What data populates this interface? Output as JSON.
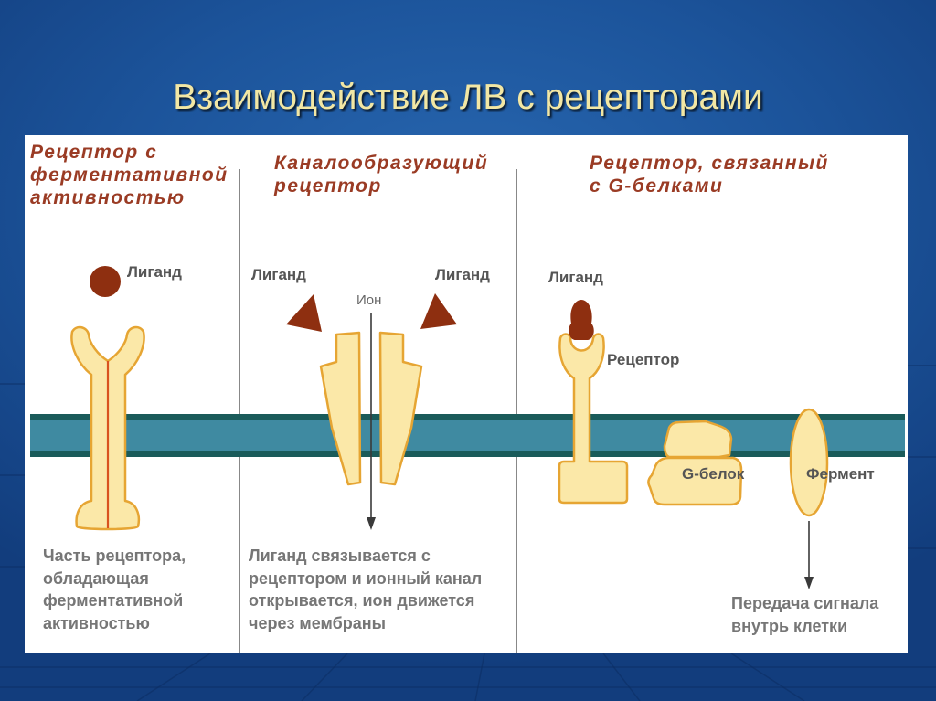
{
  "slide": {
    "title": "Взаимодействие ЛВ с рецепторами"
  },
  "diagram": {
    "enzymatic": {
      "heading": [
        "Рецептор с",
        "ферментативной",
        "активностью"
      ],
      "ligand_label": "Лиганд",
      "caption": [
        "Часть рецептора,",
        "обладающая",
        "ферментативной",
        "активностью"
      ]
    },
    "channel": {
      "heading": [
        "Каналообразующий",
        "рецептор"
      ],
      "ligand_left_label": "Лиганд",
      "ion_label": "Ион",
      "ligand_right_label": "Лиганд",
      "caption": [
        "Лиганд связывается с",
        "рецептором и ионный канал",
        "открывается, ион движется",
        "через мембраны"
      ]
    },
    "g_protein": {
      "heading": [
        "Рецептор, связанный",
        "с G-белками"
      ],
      "ligand_label": "Лиганд",
      "receptor_label": "Рецептор",
      "g_protein_label": "G-белок",
      "enzyme_label": "Фермент",
      "caption": [
        "Передача сигнала",
        "внутрь клетки"
      ]
    }
  },
  "colors": {
    "background": "#1c549b",
    "title": "#f2e7a4",
    "heading": "#9a3b24",
    "label": "#555555",
    "caption": "#767676",
    "ligand": "#8e2f10",
    "receptor_fill": "#fbe8a8",
    "receptor_outline": "#e6a533",
    "membrane": "#3f8aa1",
    "membrane_border": "#1a5b5a"
  }
}
